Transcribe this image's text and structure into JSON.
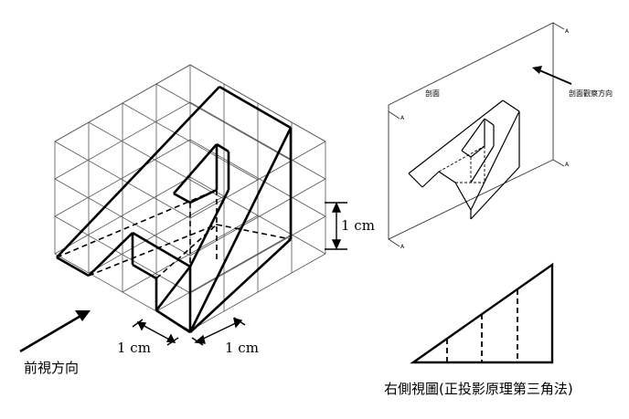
{
  "iso": {
    "dim_height": "1 cm",
    "dim_left": "1 cm",
    "dim_right": "1 cm",
    "view_direction": "前視方向"
  },
  "section": {
    "plane_label": "剖面",
    "direction_label": "剖面觀察方向",
    "marker": "A"
  },
  "right_view": {
    "caption": "右側視圖(正投影原理第三角法)"
  }
}
